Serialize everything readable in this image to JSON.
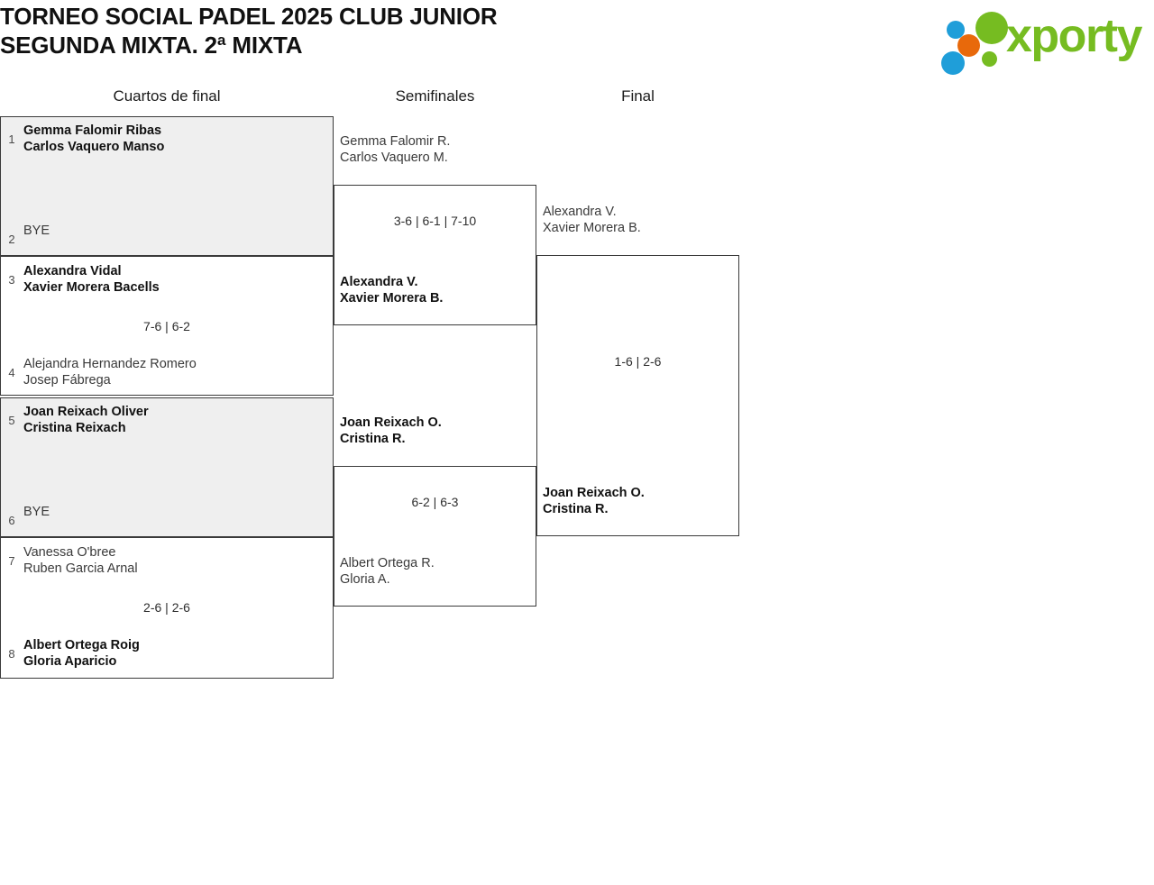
{
  "header": {
    "title": "TORNEO SOCIAL PADEL 2025 CLUB JUNIOR\nSEGUNDA MIXTA. 2ª MIXTA",
    "logo_text": "xporty"
  },
  "colors": {
    "brand_green": "#76bc21",
    "brand_blue": "#1f9ed9",
    "brand_orange": "#e8690b",
    "row_shade": "#efefef",
    "border": "#3a3a3a",
    "winner_text": "#111111",
    "loser_text": "#3a3a3a"
  },
  "rounds": [
    {
      "id": "quarterfinals",
      "label": "Cuartos de final"
    },
    {
      "id": "semifinals",
      "label": "Semifinales"
    },
    {
      "id": "final",
      "label": "Final"
    }
  ],
  "quarterfinals": [
    {
      "score": "",
      "top": {
        "seed": "1",
        "names": "Gemma Falomir Ribas\nCarlos Vaquero Manso",
        "winner": true,
        "bye": false
      },
      "bottom": {
        "seed": "2",
        "names": "BYE",
        "winner": false,
        "bye": true
      }
    },
    {
      "score": "7-6 | 6-2",
      "top": {
        "seed": "3",
        "names": "Alexandra Vidal\nXavier Morera Bacells",
        "winner": true,
        "bye": false
      },
      "bottom": {
        "seed": "4",
        "names": "Alejandra Hernandez Romero\nJosep Fábrega",
        "winner": false,
        "bye": false
      }
    },
    {
      "score": "",
      "top": {
        "seed": "5",
        "names": "Joan Reixach Oliver\nCristina Reixach",
        "winner": true,
        "bye": false
      },
      "bottom": {
        "seed": "6",
        "names": "BYE",
        "winner": false,
        "bye": true
      }
    },
    {
      "score": "2-6 | 2-6",
      "top": {
        "seed": "7",
        "names": "Vanessa O'bree\nRuben Garcia Arnal",
        "winner": false,
        "bye": false
      },
      "bottom": {
        "seed": "8",
        "names": "Albert Ortega Roig\nGloria Aparicio",
        "winner": true,
        "bye": false
      }
    }
  ],
  "semifinals": [
    {
      "score": "3-6 | 6-1 | 7-10",
      "top": {
        "names": "Gemma Falomir R.\nCarlos Vaquero M.",
        "winner": false
      },
      "bottom": {
        "names": "Alexandra V.\nXavier Morera B.",
        "winner": true
      }
    },
    {
      "score": "6-2 | 6-3",
      "top": {
        "names": "Joan Reixach O.\nCristina R.",
        "winner": true
      },
      "bottom": {
        "names": "Albert Ortega R.\nGloria A.",
        "winner": false
      }
    }
  ],
  "final": [
    {
      "score": "1-6 | 2-6",
      "top": {
        "names": "Alexandra V.\nXavier Morera B.",
        "winner": false
      },
      "bottom": {
        "names": "Joan Reixach O.\nCristina R.",
        "winner": true
      }
    }
  ]
}
